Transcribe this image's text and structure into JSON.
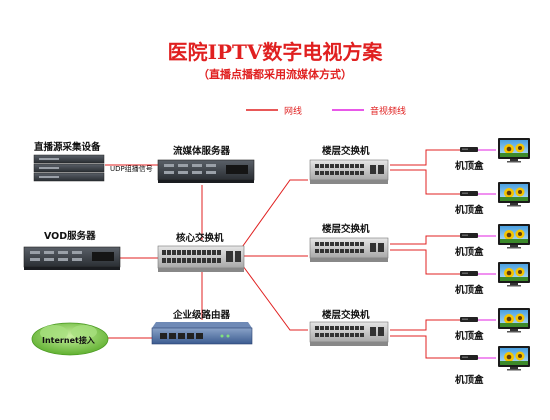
{
  "header": {
    "title": "医院IPTV数字电视方案",
    "subtitle": "（直播点播都采用流媒体方式）"
  },
  "legend": {
    "network_line": "网线",
    "av_line": "音视频线",
    "colors": {
      "network": "#e02020",
      "av": "#e020e0"
    }
  },
  "devices": {
    "capture": "直播源采集设备",
    "udp_label": "UDP组播信号",
    "streaming_server": "流媒体服务器",
    "vod_server": "VOD服务器",
    "core_switch": "核心交换机",
    "router": "企业级路由器",
    "internet": "Internet接入",
    "floor_switch_1": "楼层交换机",
    "floor_switch_2": "楼层交换机",
    "floor_switch_3": "楼层交换机"
  },
  "stb_labels": [
    "机顶盒",
    "机顶盒",
    "机顶盒",
    "机顶盒",
    "机顶盒",
    "机顶盒"
  ],
  "icons": [
    "server-icon",
    "switch-icon",
    "router-icon",
    "cloud-icon",
    "set-top-box-icon",
    "tv-icon"
  ]
}
